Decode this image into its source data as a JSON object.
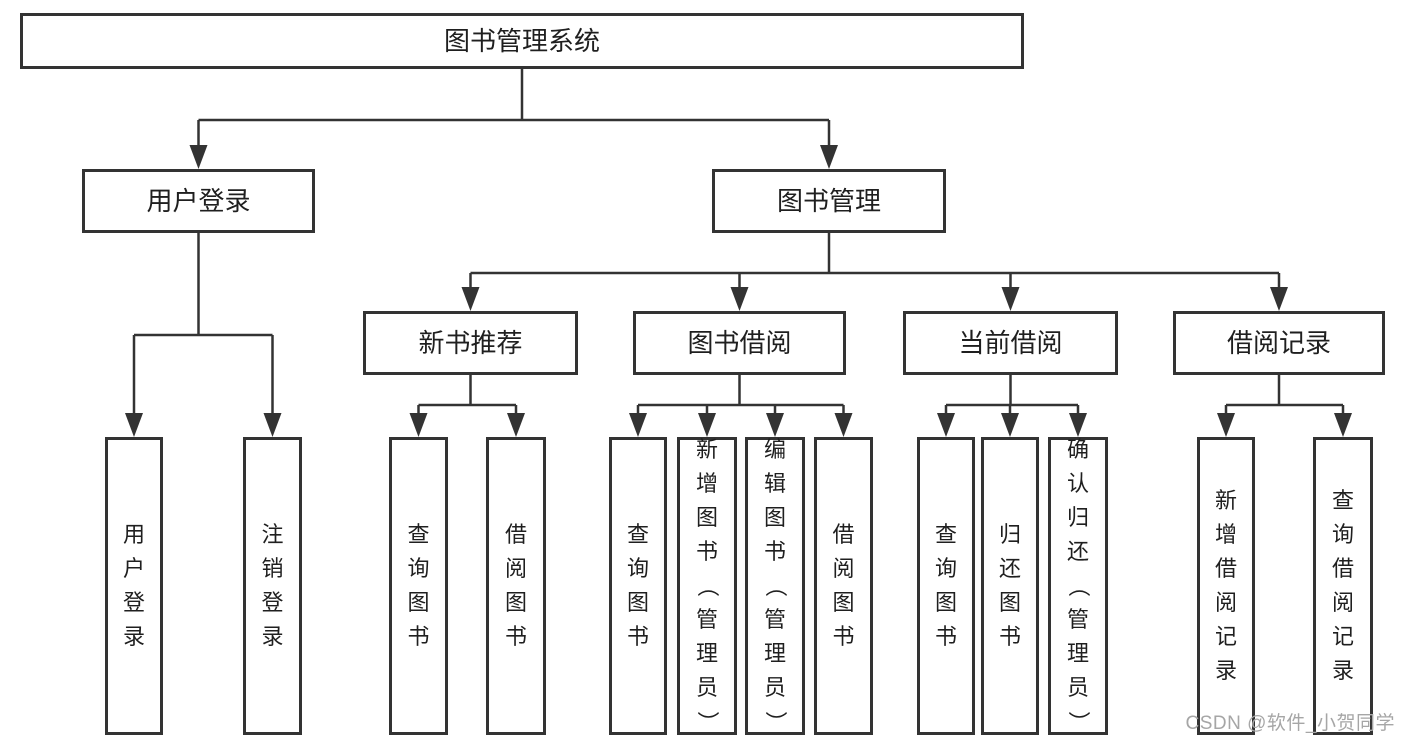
{
  "diagram": {
    "root": {
      "label": "图书管理系统"
    },
    "branches": [
      {
        "label": "用户登录",
        "children": [
          "用户登录",
          "注销登录"
        ]
      },
      {
        "label": "图书管理",
        "modules": [
          {
            "label": "新书推荐",
            "children": [
              "查询图书",
              "借阅图书"
            ]
          },
          {
            "label": "图书借阅",
            "children": [
              "查询图书",
              "新增图书（管理员）",
              "编辑图书（管理员）",
              "借阅图书"
            ]
          },
          {
            "label": "当前借阅",
            "children": [
              "查询图书",
              "归还图书",
              "确认归还（管理员）"
            ]
          },
          {
            "label": "借阅记录",
            "children": [
              "新增借阅记录",
              "查询借阅记录"
            ]
          }
        ]
      }
    ],
    "watermark": "CSDN @软件_小贺同学",
    "colors": {
      "line": "#333333",
      "box_border": "#333333",
      "text": "#1f1f1f",
      "watermark": "#a6a6a6",
      "background": "#ffffff"
    }
  }
}
